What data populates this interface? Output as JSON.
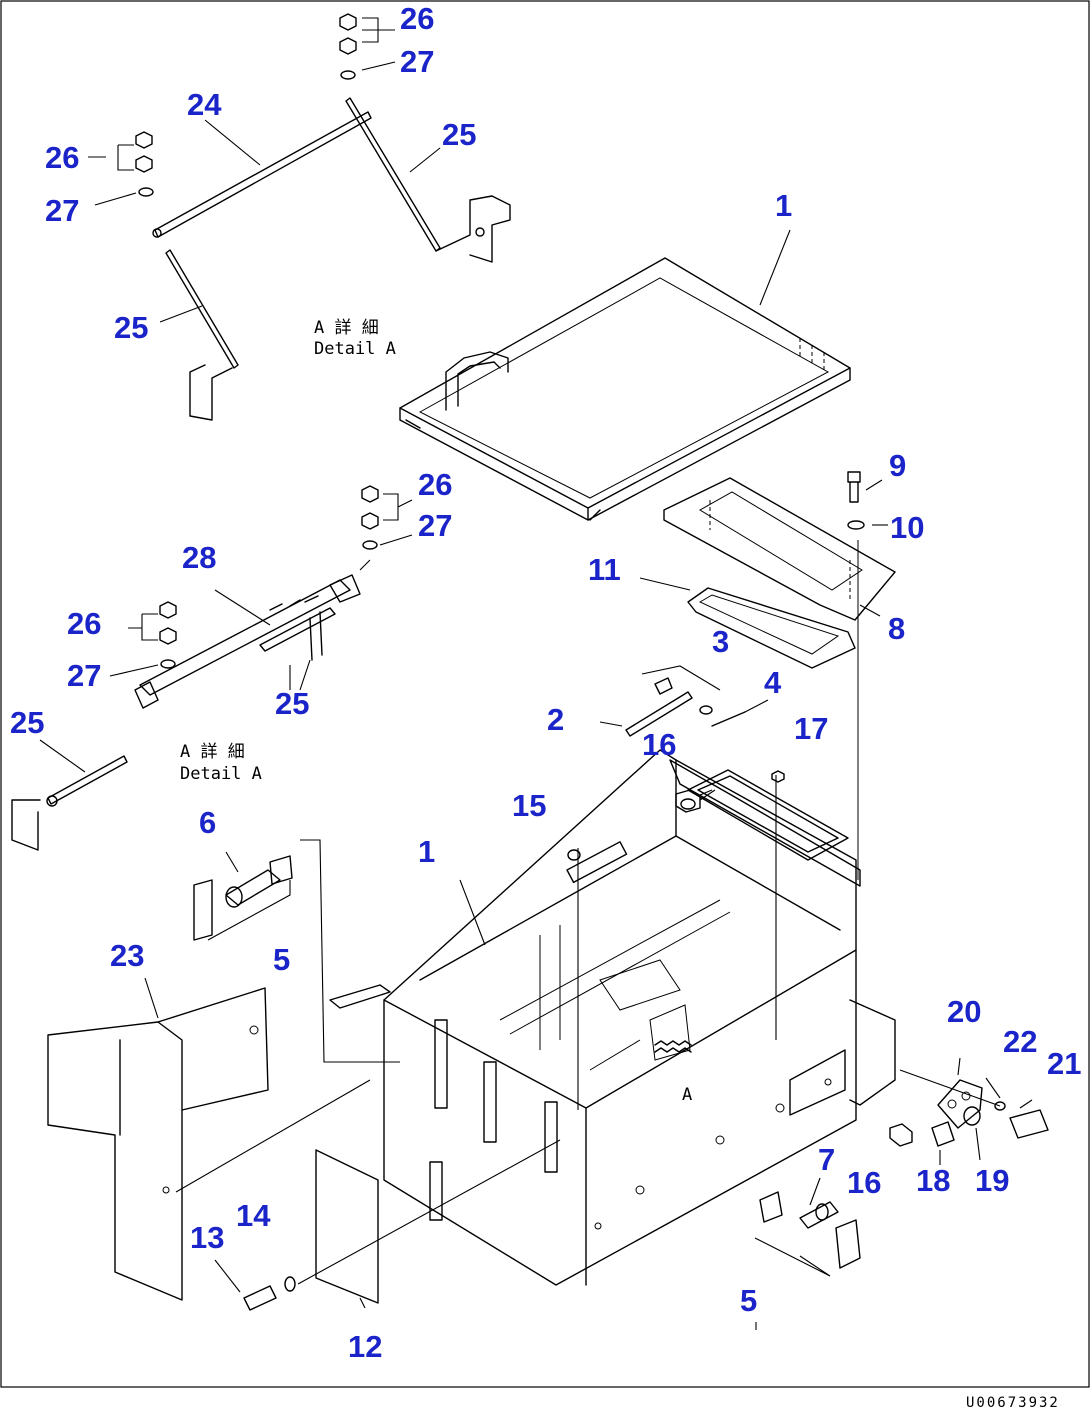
{
  "callouts": [
    {
      "id": "c26a",
      "text": "26"
    },
    {
      "id": "c27a",
      "text": "27"
    },
    {
      "id": "c24",
      "text": "24"
    },
    {
      "id": "c25a",
      "text": "25"
    },
    {
      "id": "c26b",
      "text": "26"
    },
    {
      "id": "c27b",
      "text": "27"
    },
    {
      "id": "c25b",
      "text": "25"
    },
    {
      "id": "c1a",
      "text": "1"
    },
    {
      "id": "c26c",
      "text": "26"
    },
    {
      "id": "c27c",
      "text": "27"
    },
    {
      "id": "c28",
      "text": "28"
    },
    {
      "id": "c9",
      "text": "9"
    },
    {
      "id": "c10",
      "text": "10"
    },
    {
      "id": "c11",
      "text": "11"
    },
    {
      "id": "c8",
      "text": "8"
    },
    {
      "id": "c26d",
      "text": "26"
    },
    {
      "id": "c3",
      "text": "3"
    },
    {
      "id": "c27d",
      "text": "27"
    },
    {
      "id": "c25c",
      "text": "25"
    },
    {
      "id": "c4",
      "text": "4"
    },
    {
      "id": "c2",
      "text": "2"
    },
    {
      "id": "c25d",
      "text": "25"
    },
    {
      "id": "c16a",
      "text": "16"
    },
    {
      "id": "c17",
      "text": "17"
    },
    {
      "id": "c15",
      "text": "15"
    },
    {
      "id": "c6",
      "text": "6"
    },
    {
      "id": "c1b",
      "text": "1"
    },
    {
      "id": "c23",
      "text": "23"
    },
    {
      "id": "c5a",
      "text": "5"
    },
    {
      "id": "c20",
      "text": "20"
    },
    {
      "id": "c22",
      "text": "22"
    },
    {
      "id": "c21",
      "text": "21"
    },
    {
      "id": "c7",
      "text": "7"
    },
    {
      "id": "c16b",
      "text": "16"
    },
    {
      "id": "c18",
      "text": "18"
    },
    {
      "id": "c19",
      "text": "19"
    },
    {
      "id": "c14",
      "text": "14"
    },
    {
      "id": "c13",
      "text": "13"
    },
    {
      "id": "c5b",
      "text": "5"
    },
    {
      "id": "c12",
      "text": "12"
    }
  ],
  "detail_labels": {
    "top": {
      "jp": "A 詳 細",
      "en": "Detail A"
    },
    "middle": {
      "jp": "A 詳 細",
      "en": "Detail A"
    }
  },
  "view_marker": "A",
  "drawing_code": "U00673932"
}
